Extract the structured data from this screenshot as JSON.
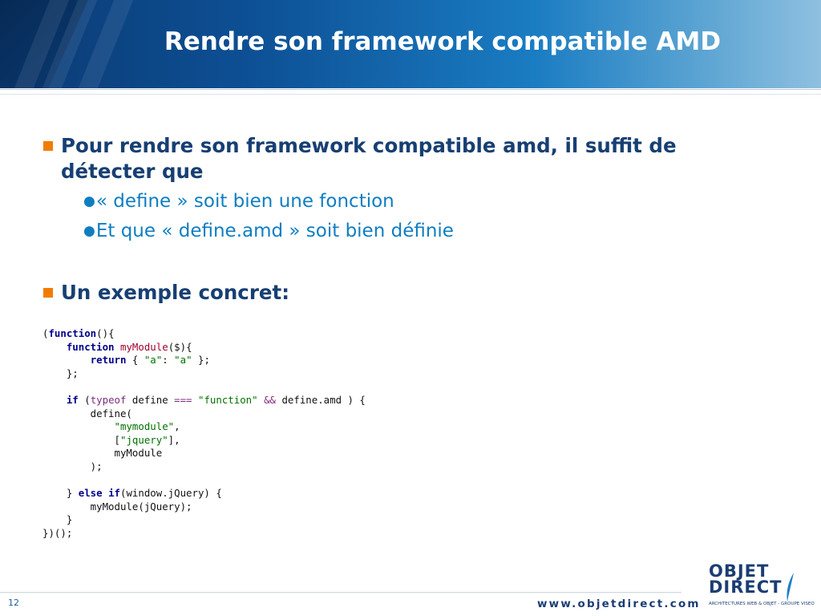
{
  "slide": {
    "title": "Rendre son framework compatible AMD",
    "page_number": "12"
  },
  "content": {
    "bullet1": "Pour rendre son framework compatible amd, il suffit de détecter que",
    "sub_bullets": [
      "« define » soit bien une fonction",
      "Et que « define.amd » soit bien définie"
    ],
    "bullet2": "Un exemple concret:",
    "sub_bullet_marker": "●"
  },
  "code": {
    "lines": [
      [
        [
          "p",
          "("
        ],
        [
          "kw",
          "function"
        ],
        [
          "p",
          "(){"
        ]
      ],
      [
        [
          "p",
          "    "
        ],
        [
          "kw",
          "function"
        ],
        [
          "p",
          " "
        ],
        [
          "fn",
          "myModule"
        ],
        [
          "p",
          "($){"
        ]
      ],
      [
        [
          "p",
          "        "
        ],
        [
          "kw",
          "return"
        ],
        [
          "p",
          " { "
        ],
        [
          "str",
          "\"a\""
        ],
        [
          "p",
          ": "
        ],
        [
          "str",
          "\"a\""
        ],
        [
          "p",
          " };"
        ]
      ],
      [
        [
          "p",
          "    };"
        ]
      ],
      [
        [
          "p",
          ""
        ]
      ],
      [
        [
          "p",
          "    "
        ],
        [
          "kw",
          "if"
        ],
        [
          "p",
          " ("
        ],
        [
          "op",
          "typeof"
        ],
        [
          "p",
          " define "
        ],
        [
          "op",
          "==="
        ],
        [
          "p",
          " "
        ],
        [
          "str",
          "\"function\""
        ],
        [
          "p",
          " "
        ],
        [
          "op",
          "&&"
        ],
        [
          "p",
          " define.amd ) {"
        ]
      ],
      [
        [
          "p",
          "        define("
        ]
      ],
      [
        [
          "p",
          "            "
        ],
        [
          "str",
          "\"mymodule\""
        ],
        [
          "p",
          ","
        ]
      ],
      [
        [
          "p",
          "            ["
        ],
        [
          "str",
          "\"jquery\""
        ],
        [
          "p",
          "],"
        ]
      ],
      [
        [
          "p",
          "            myModule"
        ]
      ],
      [
        [
          "p",
          "        );"
        ]
      ],
      [
        [
          "p",
          ""
        ]
      ],
      [
        [
          "p",
          "    } "
        ],
        [
          "kw",
          "else"
        ],
        [
          "p",
          " "
        ],
        [
          "kw",
          "if"
        ],
        [
          "p",
          "(window.jQuery) {"
        ]
      ],
      [
        [
          "p",
          "        myModule(jQuery);"
        ]
      ],
      [
        [
          "p",
          "    }"
        ]
      ],
      [
        [
          "p",
          "})();"
        ]
      ]
    ]
  },
  "footer": {
    "website": "www.objetdirect.com",
    "logo_name": "OBJET DIRECT",
    "logo_tagline": "ARCHITECTURES WEB & OBJET - GROUPE VISEO"
  },
  "colors": {
    "title_bar": "#0d4f94",
    "bullet_square": "#f07d00",
    "bullet_text": "#173f73",
    "sub_bullet_text": "#0e7ec1",
    "code_keyword": "#00008b",
    "code_string": "#007000"
  }
}
